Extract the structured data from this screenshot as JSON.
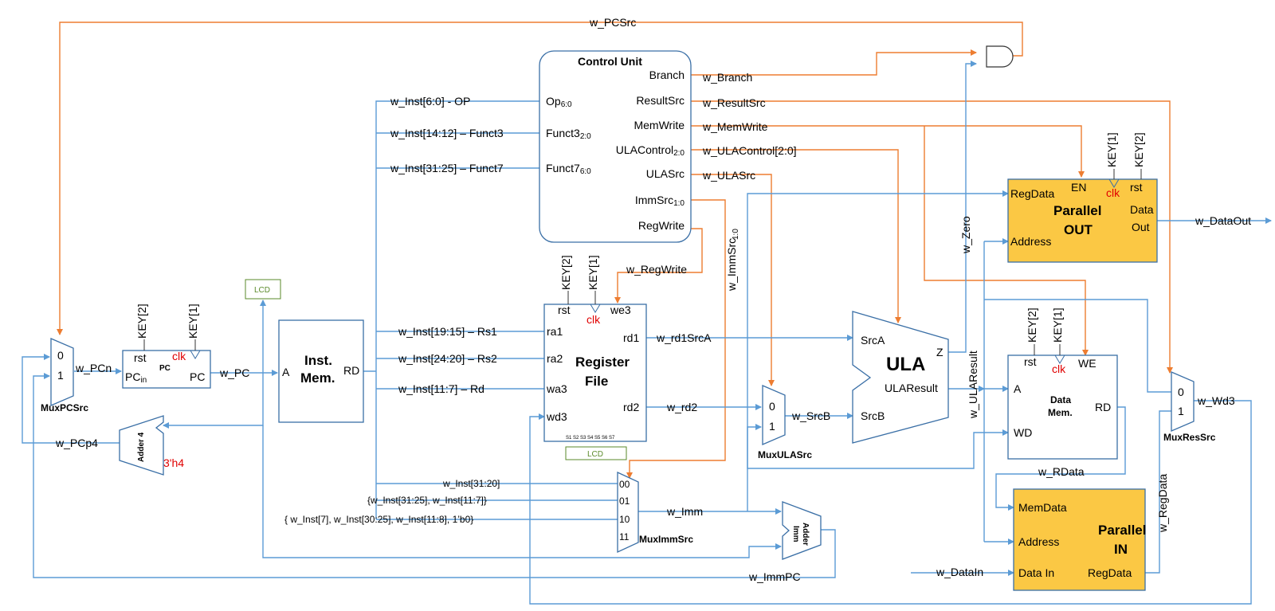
{
  "colors": {
    "blue_wire": "#5b9bd5",
    "orange_wire": "#ed7d31",
    "block_stroke": "#3a6fa6",
    "io_fill": "#fbc844",
    "clk_red": "#e00000",
    "lcd_green": "#5a8a2a"
  },
  "signals": {
    "pcsrc": "w_PCSrc",
    "branch": "w_Branch",
    "resultsrc": "w_ResultSrc",
    "memwrite": "w_MemWrite",
    "ulacontrol": "w_ULAControl[2:0]",
    "ulasrc": "w_ULASrc",
    "immsrc": "w_ImmSrc",
    "immsrc_sub": "1:0",
    "regwrite": "w_RegWrite",
    "zero": "w_Zero",
    "dataout": "w_DataOut",
    "pcn": "w_PCn",
    "pc": "w_PC",
    "pcp4": "w_PCp4",
    "rd1srca": "w_rd1SrcA",
    "rd2": "w_rd2",
    "srcb": "w_SrcB",
    "ularesult": "w_ULAResult",
    "wd3": "w_Wd3",
    "rdata": "w_RData",
    "regdata": "w_RegData",
    "datain": "w_DataIn",
    "imm": "w_Imm",
    "immpc": "w_ImmPC"
  },
  "inst_fields": {
    "op": "w_Inst[6:0] - OP",
    "funct3": "w_Inst[14:12] – Funct3",
    "funct7": "w_Inst[31:25] – Funct7",
    "rs1": "w_Inst[19:15] – Rs1",
    "rs2": "w_Inst[24:20] – Rs2",
    "rd": "w_Inst[11:7] – Rd",
    "imm_i": "w_Inst[31:20]",
    "imm_s": "{w_Inst[31:25], w_Inst[11:7]}",
    "imm_b": "{ w_Inst[7], w_Inst[30:25], w_Inst[11:8], 1’b0}"
  },
  "control_unit": {
    "title": "Control Unit",
    "op": "Op",
    "op_sub": "6:0",
    "funct3": "Funct3",
    "funct3_sub": "2:0",
    "funct7": "Funct7",
    "funct7_sub": "6:0",
    "branch": "Branch",
    "resultsrc": "ResultSrc",
    "memwrite": "MemWrite",
    "ulacontrol": "ULAControl",
    "ulacontrol_sub": "2:0",
    "ulasrc": "ULASrc",
    "immsrc": "ImmSrc",
    "immsrc_sub": "1:0",
    "regwrite": "RegWrite"
  },
  "pc": {
    "title": "PC",
    "rst": "rst",
    "clk": "clk",
    "pcin": "PC",
    "pcin_sub": "in",
    "pcout": "PC",
    "key2": "KEY[2]",
    "key1": "KEY[1]"
  },
  "mux_pcsrc": {
    "in0": "0",
    "in1": "1",
    "name": "MuxPCSrc"
  },
  "adder4": {
    "name": "Adder 4",
    "const": "3'h4"
  },
  "lcd": "LCD",
  "inst_mem": {
    "line1": "Inst.",
    "line2": "Mem.",
    "a": "A",
    "rd": "RD"
  },
  "reg_file": {
    "line1": "Register",
    "line2": "File",
    "rst": "rst",
    "clk": "clk",
    "we3": "we3",
    "ra1": "ra1",
    "ra2": "ra2",
    "wa3": "wa3",
    "wd3": "wd3",
    "rd1": "rd1",
    "rd2": "rd2",
    "key2": "KEY[2]",
    "key1": "KEY[1]",
    "pins": "S1 S2 S3 S4 S5 S6 S7",
    "lcd": "LCD"
  },
  "mux_immsrc": {
    "in00": "00",
    "in01": "01",
    "in10": "10",
    "in11": "11",
    "name": "MuxImmSrc"
  },
  "adder_imm": {
    "line1": "Adder",
    "line2": "Imm"
  },
  "mux_ulasrc": {
    "in0": "0",
    "in1": "1",
    "name": "MuxULASrc"
  },
  "ula": {
    "name": "ULA",
    "srca": "SrcA",
    "srcb": "SrcB",
    "z": "Z",
    "result": "ULAResult"
  },
  "parallel_out": {
    "regdata": "RegData",
    "address": "Address",
    "en": "EN",
    "clk": "clk",
    "rst": "rst",
    "title1": "Parallel",
    "title2": "OUT",
    "dataout1": "Data",
    "dataout2": "Out",
    "key1": "KEY[1]",
    "key2": "KEY[2]"
  },
  "data_mem": {
    "line1": "Data",
    "line2": "Mem.",
    "a": "A",
    "wd": "WD",
    "rd": "RD",
    "rst": "rst",
    "clk": "clk",
    "we": "WE",
    "key2": "KEY[2]",
    "key1": "KEY[1]"
  },
  "parallel_in": {
    "memdata": "MemData",
    "address": "Address",
    "datain": "Data In",
    "regdata": "RegData",
    "title1": "Parallel",
    "title2": "IN"
  },
  "mux_ressrc": {
    "in0": "0",
    "in1": "1",
    "name": "MuxResSrc"
  }
}
